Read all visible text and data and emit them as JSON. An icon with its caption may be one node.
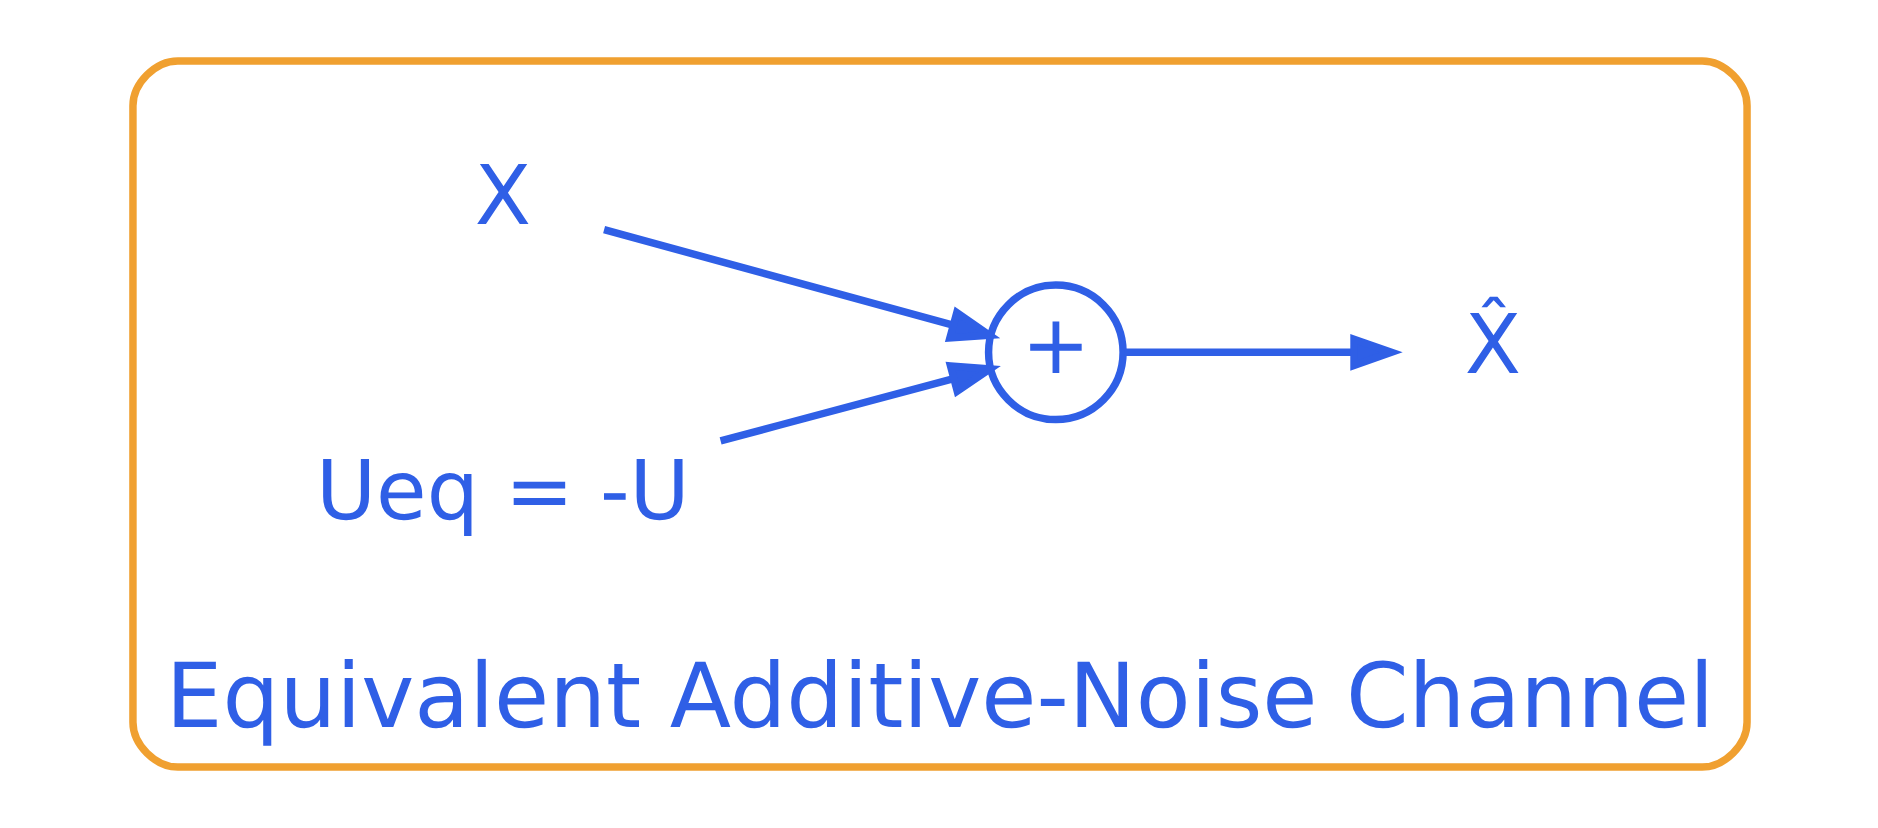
{
  "diagram": {
    "nodes": [
      {
        "text": [
          "Equivalent Additive-Noise Channel"
        ]
      },
      {
        "text": [
          "X"
        ],
        "in": 0
      },
      {
        "text": [
          "Ueq = -U"
        ],
        "in": 0
      },
      {
        "text": [
          "+"
        ],
        "in": 0
      },
      {
        "text": [
          "X̂"
        ],
        "in": 0
      }
    ],
    "edges": [
      {
        "from": 1,
        "to": 3,
        "arrow": "to"
      },
      {
        "from": 2,
        "to": 3,
        "arrow": "to"
      },
      {
        "from": 3,
        "to": 4,
        "arrow": "to"
      }
    ]
  }
}
